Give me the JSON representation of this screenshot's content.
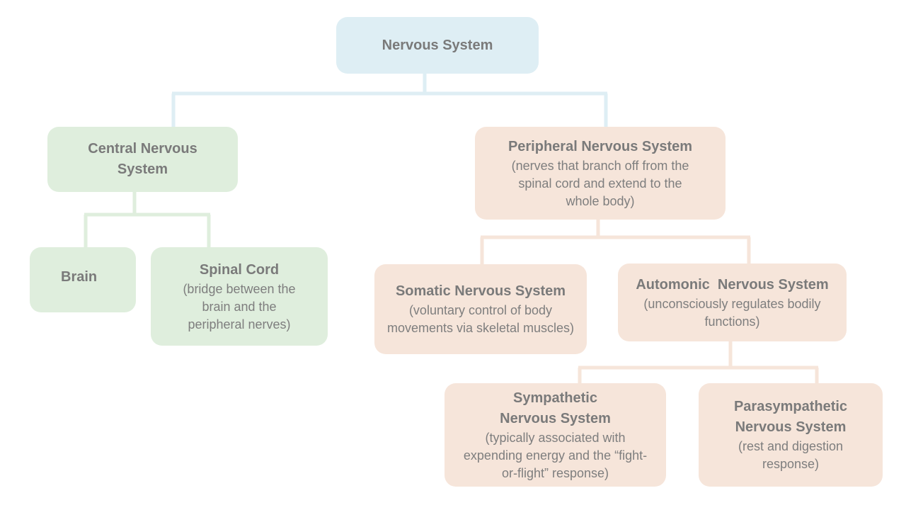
{
  "colors": {
    "root_fill": "#deeef4",
    "central_fill": "#dfeedd",
    "peripheral_fill": "#f6e5da",
    "text": "#7a7a7a"
  },
  "root": {
    "title": [
      "Nervous System"
    ]
  },
  "central": {
    "title": [
      "Central Nervous",
      "System"
    ],
    "children": {
      "brain": {
        "title": [
          "Brain"
        ]
      },
      "spinal_cord": {
        "title": [
          "Spinal Cord"
        ],
        "description": [
          "(bridge between the",
          "brain and the",
          "peripheral nerves)"
        ]
      }
    }
  },
  "peripheral": {
    "title": [
      "Peripheral Nervous System"
    ],
    "description": [
      "(nerves that branch off from the",
      "spinal cord and extend to the",
      "whole body)"
    ],
    "children": {
      "somatic": {
        "title": [
          "Somatic Nervous System"
        ],
        "description": [
          "(voluntary control of body",
          "movements via skeletal muscles)"
        ]
      },
      "autonomic": {
        "title": [
          "Automonic  Nervous System"
        ],
        "description": [
          "(unconsciously regulates bodily",
          "functions)"
        ],
        "children": {
          "sympathetic": {
            "title": [
              "Sympathetic",
              "Nervous System"
            ],
            "description": [
              "(typically associated with",
              "expending energy and the “fight-",
              "or-flight” response)"
            ]
          },
          "parasympathetic": {
            "title": [
              "Parasympathetic",
              "Nervous System"
            ],
            "description": [
              "(rest and digestion",
              "response)"
            ]
          }
        }
      }
    }
  }
}
